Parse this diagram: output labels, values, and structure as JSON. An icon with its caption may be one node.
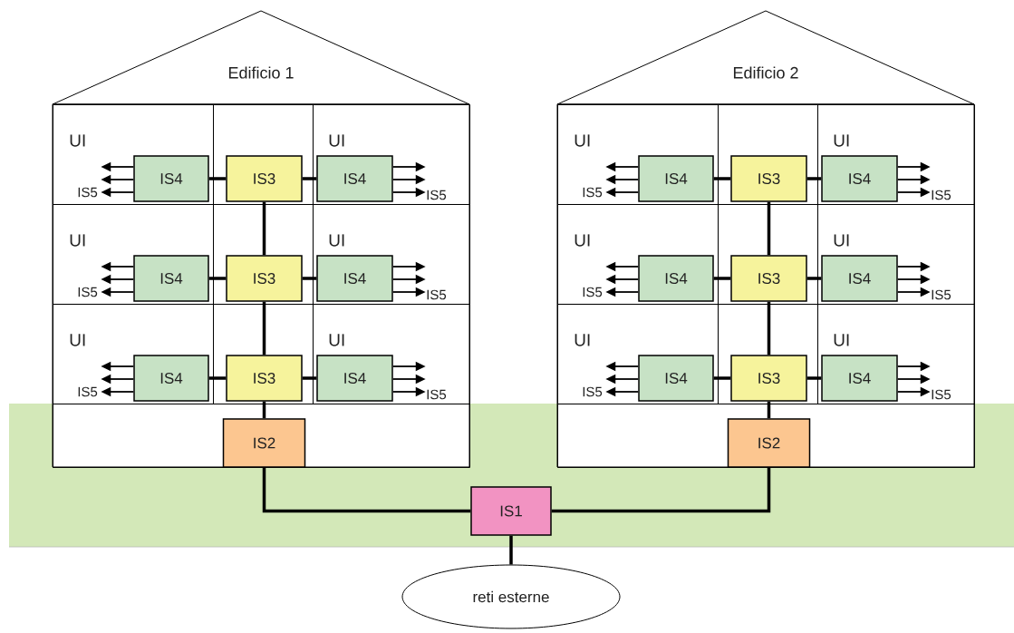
{
  "diagram": {
    "nodes": [
      {
        "text": [
          "Edificio 1"
        ]
      },
      {
        "text": [
          "UI"
        ],
        "in": 0
      },
      {
        "text": [],
        "shape": "box",
        "in": 0
      },
      {
        "text": [
          "UI"
        ],
        "in": 0
      },
      {
        "text": [
          "IS4"
        ],
        "in": 1,
        "beside": [
          "IS5"
        ]
      },
      {
        "text": [
          "IS3"
        ],
        "in": 2
      },
      {
        "text": [
          "IS4"
        ],
        "in": 3,
        "beside": [
          "IS5"
        ]
      },
      {
        "text": [
          "UI"
        ],
        "in": 0
      },
      {
        "text": [],
        "shape": "box",
        "in": 0
      },
      {
        "text": [
          "UI"
        ],
        "in": 0
      },
      {
        "text": [
          "IS4"
        ],
        "in": 7,
        "beside": [
          "IS5"
        ]
      },
      {
        "text": [
          "IS3"
        ],
        "in": 8
      },
      {
        "text": [
          "IS4"
        ],
        "in": 9,
        "beside": [
          "IS5"
        ]
      },
      {
        "text": [
          "UI"
        ],
        "in": 0
      },
      {
        "text": [],
        "shape": "box",
        "in": 0
      },
      {
        "text": [
          "UI"
        ],
        "in": 0
      },
      {
        "text": [
          "IS4"
        ],
        "in": 13,
        "beside": [
          "IS5"
        ]
      },
      {
        "text": [
          "IS3"
        ],
        "in": 14
      },
      {
        "text": [
          "IS4"
        ],
        "in": 15,
        "beside": [
          "IS5"
        ]
      },
      {
        "text": [],
        "shape": "box",
        "in": 0
      },
      {
        "text": [
          "IS2"
        ],
        "in": 19
      },
      {
        "text": [
          "Edificio 2"
        ]
      },
      {
        "text": [
          "UI"
        ],
        "in": 21
      },
      {
        "text": [],
        "shape": "box",
        "in": 21
      },
      {
        "text": [
          "UI"
        ],
        "in": 21
      },
      {
        "text": [
          "IS4"
        ],
        "in": 22,
        "beside": [
          "IS5"
        ]
      },
      {
        "text": [
          "IS3"
        ],
        "in": 23
      },
      {
        "text": [
          "IS4"
        ],
        "in": 24,
        "beside": [
          "IS5"
        ]
      },
      {
        "text": [
          "UI"
        ],
        "in": 21
      },
      {
        "text": [],
        "shape": "box",
        "in": 21
      },
      {
        "text": [
          "UI"
        ],
        "in": 21
      },
      {
        "text": [
          "IS4"
        ],
        "in": 28,
        "beside": [
          "IS5"
        ]
      },
      {
        "text": [
          "IS3"
        ],
        "in": 29
      },
      {
        "text": [
          "IS4"
        ],
        "in": 30,
        "beside": [
          "IS5"
        ]
      },
      {
        "text": [
          "UI"
        ],
        "in": 21
      },
      {
        "text": [],
        "shape": "box",
        "in": 21
      },
      {
        "text": [
          "UI"
        ],
        "in": 21
      },
      {
        "text": [
          "IS4"
        ],
        "in": 34,
        "beside": [
          "IS5"
        ]
      },
      {
        "text": [
          "IS3"
        ],
        "in": 35
      },
      {
        "text": [
          "IS4"
        ],
        "in": 36,
        "beside": [
          "IS5"
        ]
      },
      {
        "text": [],
        "shape": "box",
        "in": 21
      },
      {
        "text": [
          "IS2"
        ],
        "in": 40
      },
      {
        "text": [
          "IS1"
        ]
      },
      {
        "text": [
          "reti esterne"
        ]
      }
    ],
    "edges": [
      {
        "from": 4,
        "to": 5,
        "arrow": "none",
        "style": "thick"
      },
      {
        "from": 5,
        "to": 6,
        "arrow": "none",
        "style": "thick"
      },
      {
        "from": 4,
        "to": null,
        "arrow": "to"
      },
      {
        "from": 4,
        "to": null,
        "arrow": "to"
      },
      {
        "from": 4,
        "to": null,
        "arrow": "to"
      },
      {
        "from": 6,
        "to": null,
        "arrow": "to"
      },
      {
        "from": 6,
        "to": null,
        "arrow": "to"
      },
      {
        "from": 6,
        "to": null,
        "arrow": "to"
      },
      {
        "from": 10,
        "to": 11,
        "arrow": "none",
        "style": "thick"
      },
      {
        "from": 11,
        "to": 12,
        "arrow": "none",
        "style": "thick"
      },
      {
        "from": 10,
        "to": null,
        "arrow": "to"
      },
      {
        "from": 10,
        "to": null,
        "arrow": "to"
      },
      {
        "from": 10,
        "to": null,
        "arrow": "to"
      },
      {
        "from": 12,
        "to": null,
        "arrow": "to"
      },
      {
        "from": 12,
        "to": null,
        "arrow": "to"
      },
      {
        "from": 12,
        "to": null,
        "arrow": "to"
      },
      {
        "from": 16,
        "to": 17,
        "arrow": "none",
        "style": "thick"
      },
      {
        "from": 17,
        "to": 18,
        "arrow": "none",
        "style": "thick"
      },
      {
        "from": 16,
        "to": null,
        "arrow": "to"
      },
      {
        "from": 16,
        "to": null,
        "arrow": "to"
      },
      {
        "from": 16,
        "to": null,
        "arrow": "to"
      },
      {
        "from": 18,
        "to": null,
        "arrow": "to"
      },
      {
        "from": 18,
        "to": null,
        "arrow": "to"
      },
      {
        "from": 18,
        "to": null,
        "arrow": "to"
      },
      {
        "from": 5,
        "to": 11,
        "arrow": "none",
        "style": "thick"
      },
      {
        "from": 11,
        "to": 17,
        "arrow": "none",
        "style": "thick"
      },
      {
        "from": 17,
        "to": 20,
        "arrow": "none",
        "style": "thick"
      },
      {
        "from": 20,
        "to": 42,
        "arrow": "none",
        "style": "thick"
      },
      {
        "from": 25,
        "to": 26,
        "arrow": "none",
        "style": "thick"
      },
      {
        "from": 26,
        "to": 27,
        "arrow": "none",
        "style": "thick"
      },
      {
        "from": 25,
        "to": null,
        "arrow": "to"
      },
      {
        "from": 25,
        "to": null,
        "arrow": "to"
      },
      {
        "from": 25,
        "to": null,
        "arrow": "to"
      },
      {
        "from": 27,
        "to": null,
        "arrow": "to"
      },
      {
        "from": 27,
        "to": null,
        "arrow": "to"
      },
      {
        "from": 27,
        "to": null,
        "arrow": "to"
      },
      {
        "from": 31,
        "to": 32,
        "arrow": "none",
        "style": "thick"
      },
      {
        "from": 32,
        "to": 33,
        "arrow": "none",
        "style": "thick"
      },
      {
        "from": 31,
        "to": null,
        "arrow": "to"
      },
      {
        "from": 31,
        "to": null,
        "arrow": "to"
      },
      {
        "from": 31,
        "to": null,
        "arrow": "to"
      },
      {
        "from": 33,
        "to": null,
        "arrow": "to"
      },
      {
        "from": 33,
        "to": null,
        "arrow": "to"
      },
      {
        "from": 33,
        "to": null,
        "arrow": "to"
      },
      {
        "from": 37,
        "to": 38,
        "arrow": "none",
        "style": "thick"
      },
      {
        "from": 38,
        "to": 39,
        "arrow": "none",
        "style": "thick"
      },
      {
        "from": 37,
        "to": null,
        "arrow": "to"
      },
      {
        "from": 37,
        "to": null,
        "arrow": "to"
      },
      {
        "from": 37,
        "to": null,
        "arrow": "to"
      },
      {
        "from": 39,
        "to": null,
        "arrow": "to"
      },
      {
        "from": 39,
        "to": null,
        "arrow": "to"
      },
      {
        "from": 39,
        "to": null,
        "arrow": "to"
      },
      {
        "from": 26,
        "to": 32,
        "arrow": "none",
        "style": "thick"
      },
      {
        "from": 32,
        "to": 38,
        "arrow": "none",
        "style": "thick"
      },
      {
        "from": 38,
        "to": 41,
        "arrow": "none",
        "style": "thick"
      },
      {
        "from": 41,
        "to": 42,
        "arrow": "none",
        "style": "thick"
      },
      {
        "from": 42,
        "to": 43,
        "arrow": "none",
        "style": "thick"
      }
    ]
  }
}
